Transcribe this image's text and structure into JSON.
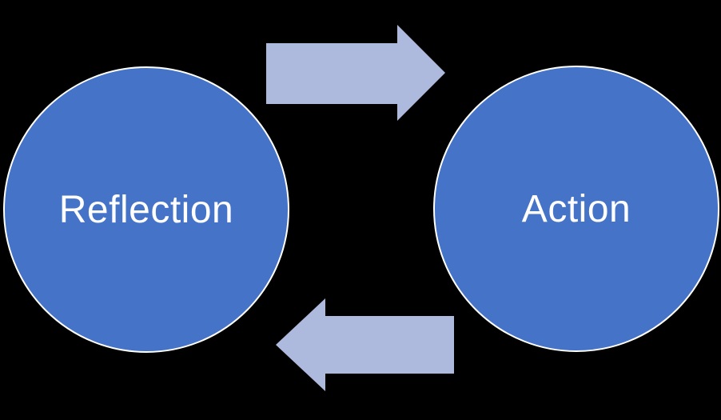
{
  "background": "#000000",
  "colors": {
    "node-fill": "#4573C8",
    "node-stroke": "#FFFFFF",
    "arrow-fill": "#AEBADD",
    "label-color": "#FFFFFF"
  },
  "diagram": {
    "type": "cycle",
    "nodes": [
      {
        "id": "reflection",
        "label": "Reflection",
        "shape": "circle"
      },
      {
        "id": "action",
        "label": "Action",
        "shape": "circle"
      }
    ],
    "arrows": [
      {
        "from": "reflection",
        "to": "action",
        "position": "top",
        "direction": "right"
      },
      {
        "from": "action",
        "to": "reflection",
        "position": "bottom",
        "direction": "left"
      }
    ]
  }
}
